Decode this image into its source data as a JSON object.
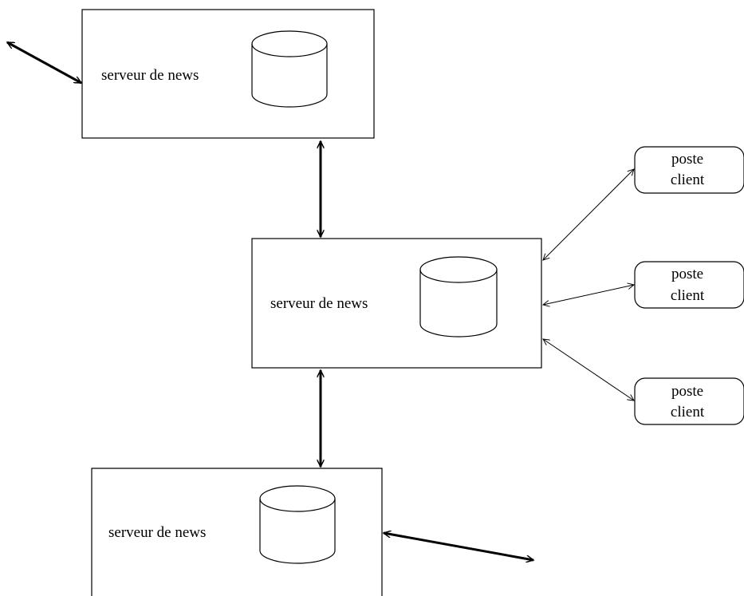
{
  "servers": [
    {
      "label": "serveur de news"
    },
    {
      "label": "serveur de news"
    },
    {
      "label": "serveur de news"
    }
  ],
  "clients": [
    {
      "line1": "poste",
      "line2": "client"
    },
    {
      "line1": "poste",
      "line2": "client"
    },
    {
      "line1": "poste",
      "line2": "client"
    }
  ],
  "colors": {
    "stroke": "#000000",
    "background": "#ffffff"
  },
  "icons": {
    "storage": "database-cylinder-icon",
    "link": "double-arrow"
  }
}
